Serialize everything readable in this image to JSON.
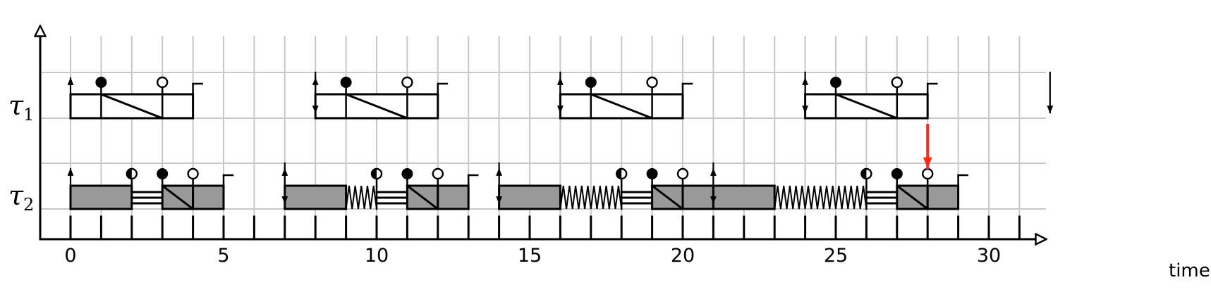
{
  "axis": {
    "x_label": "time",
    "x_min": 0,
    "x_max": 31,
    "tick_labels": [
      {
        "t": 0,
        "label": "0"
      },
      {
        "t": 5,
        "label": "5"
      },
      {
        "t": 10,
        "label": "10"
      },
      {
        "t": 15,
        "label": "15"
      },
      {
        "t": 20,
        "label": "20"
      },
      {
        "t": 25,
        "label": "25"
      },
      {
        "t": 30,
        "label": "30"
      }
    ]
  },
  "colors": {
    "line": "#000000",
    "grid": "#c8c8c8",
    "execution_fill": "#999999",
    "highlight_arrow": "#ff2a1a"
  },
  "tasks": [
    {
      "id": "tau1",
      "label": "τ",
      "subscript": "1",
      "jobs": [
        {
          "release": 0,
          "deadline": 4,
          "lock": 1,
          "unlock": 3
        },
        {
          "release": 8,
          "deadline": 12,
          "lock": 9,
          "unlock": 11
        },
        {
          "release": 16,
          "deadline": 20,
          "lock": 17,
          "unlock": 19
        },
        {
          "release": 24,
          "deadline": 28,
          "lock": 25,
          "unlock": 27
        }
      ],
      "release_arrows": [
        0,
        8,
        16,
        24
      ],
      "downward_arrows": [
        8,
        16,
        24,
        32
      ]
    },
    {
      "id": "tau2",
      "label": "τ",
      "subscript": "2",
      "jobs": [
        {
          "release": 0,
          "end": 5,
          "segments": [
            {
              "kind": "exec",
              "from": 0,
              "to": 2
            },
            {
              "kind": "wait",
              "from": 2,
              "to": 3
            },
            {
              "kind": "critical",
              "from": 3,
              "to": 4
            },
            {
              "kind": "exec",
              "from": 4,
              "to": 5
            }
          ],
          "markers": [
            {
              "t": 2,
              "kind": "half"
            },
            {
              "t": 3,
              "kind": "filled"
            },
            {
              "t": 4,
              "kind": "open"
            }
          ]
        },
        {
          "release": 7,
          "end": 13,
          "segments": [
            {
              "kind": "exec",
              "from": 7,
              "to": 9
            },
            {
              "kind": "suspend",
              "from": 9,
              "to": 10
            },
            {
              "kind": "wait",
              "from": 10,
              "to": 11
            },
            {
              "kind": "critical",
              "from": 11,
              "to": 12
            },
            {
              "kind": "exec",
              "from": 12,
              "to": 13
            }
          ],
          "markers": [
            {
              "t": 10,
              "kind": "half"
            },
            {
              "t": 11,
              "kind": "filled"
            },
            {
              "t": 12,
              "kind": "open"
            }
          ]
        },
        {
          "release": 14,
          "end": 21,
          "segments": [
            {
              "kind": "exec",
              "from": 14,
              "to": 16
            },
            {
              "kind": "suspend",
              "from": 16,
              "to": 18
            },
            {
              "kind": "wait",
              "from": 18,
              "to": 19
            },
            {
              "kind": "critical",
              "from": 19,
              "to": 20
            },
            {
              "kind": "exec",
              "from": 20,
              "to": 21
            }
          ],
          "markers": [
            {
              "t": 18,
              "kind": "half"
            },
            {
              "t": 19,
              "kind": "filled"
            },
            {
              "t": 20,
              "kind": "open"
            }
          ]
        },
        {
          "release": 21,
          "end": 29,
          "segments": [
            {
              "kind": "exec",
              "from": 21,
              "to": 23
            },
            {
              "kind": "suspend",
              "from": 23,
              "to": 26
            },
            {
              "kind": "wait",
              "from": 26,
              "to": 27
            },
            {
              "kind": "critical",
              "from": 27,
              "to": 28
            },
            {
              "kind": "exec",
              "from": 28,
              "to": 29
            }
          ],
          "markers": [
            {
              "t": 26,
              "kind": "half"
            },
            {
              "t": 27,
              "kind": "filled"
            },
            {
              "t": 28,
              "kind": "open"
            }
          ]
        }
      ],
      "release_arrows": [
        0,
        7,
        14,
        21
      ],
      "downward_arrows": [
        7,
        14,
        21
      ],
      "deadline_marks": [
        5,
        13,
        29
      ]
    }
  ],
  "highlight": {
    "t": 28,
    "label": ""
  }
}
